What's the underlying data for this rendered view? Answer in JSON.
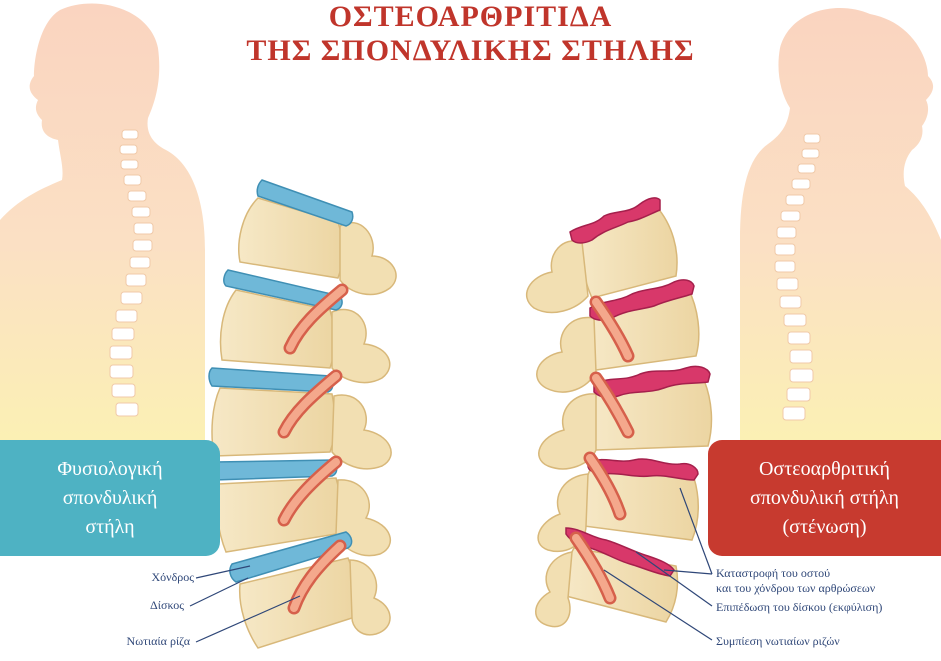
{
  "title": {
    "line1": "ΟΣΤΕΟΑΡΘΡΙΤΙΔΑ",
    "line2": "ΤΗΣ ΣΠΟΝΔΥΛΙΚΗΣ ΣΤΗΛΗΣ"
  },
  "left_panel": {
    "lines": [
      "Φυσιολογική",
      "σπονδυλική",
      "στήλη"
    ],
    "color": "#4eb2c3"
  },
  "right_panel": {
    "lines": [
      "Οστεοαρθριτική",
      "σπονδυλική στήλη",
      "(στένωση)"
    ],
    "color": "#c73a2f"
  },
  "left_labels": {
    "cartilage": "Χόνδρος",
    "disc": "Δίσκος",
    "nerve_root": "Νωτιαία ρίζα"
  },
  "right_labels": {
    "destruction_line1": "Καταστροφή του οστού",
    "destruction_line2": "και του χόνδρου των αρθρώσεων",
    "disc_degeneration": "Επιπέδωση του δίσκου (εκφύλιση)",
    "nerve_compression": "Συμπίεση νωτιαίων ριζών"
  },
  "colors": {
    "title": "#c0352b",
    "bone": "#f3e1b8",
    "bone_outline": "#d8b87a",
    "healthy_disc": "#6fb8d8",
    "degenerated_disc": "#d8386a",
    "nerve": "#e8826a",
    "label_text": "#2f4778",
    "silhouette_top": "#fad4c0",
    "silhouette_bottom": "#fbeeb0"
  }
}
